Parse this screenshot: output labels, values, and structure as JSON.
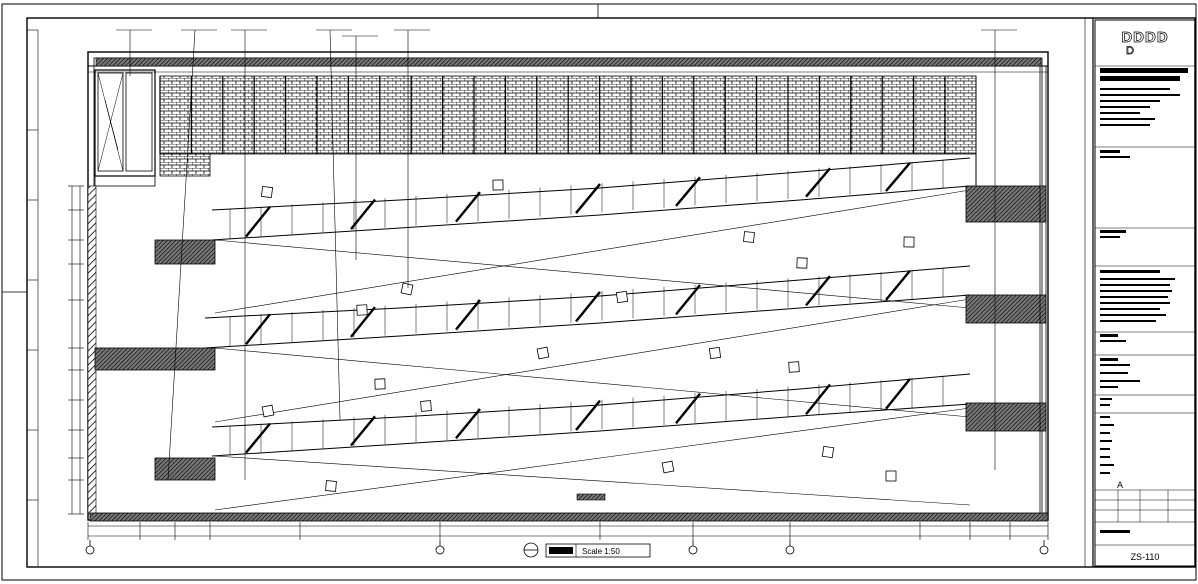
{
  "drawing": {
    "caption": "Scale 1:50",
    "sheet_number": "ZS-110",
    "revision": "A",
    "title_block_logo": "DDDD",
    "title_block_logo_sub": "D"
  },
  "colors": {
    "line": "#000000",
    "paper": "#ffffff",
    "hatch": "#000000"
  }
}
